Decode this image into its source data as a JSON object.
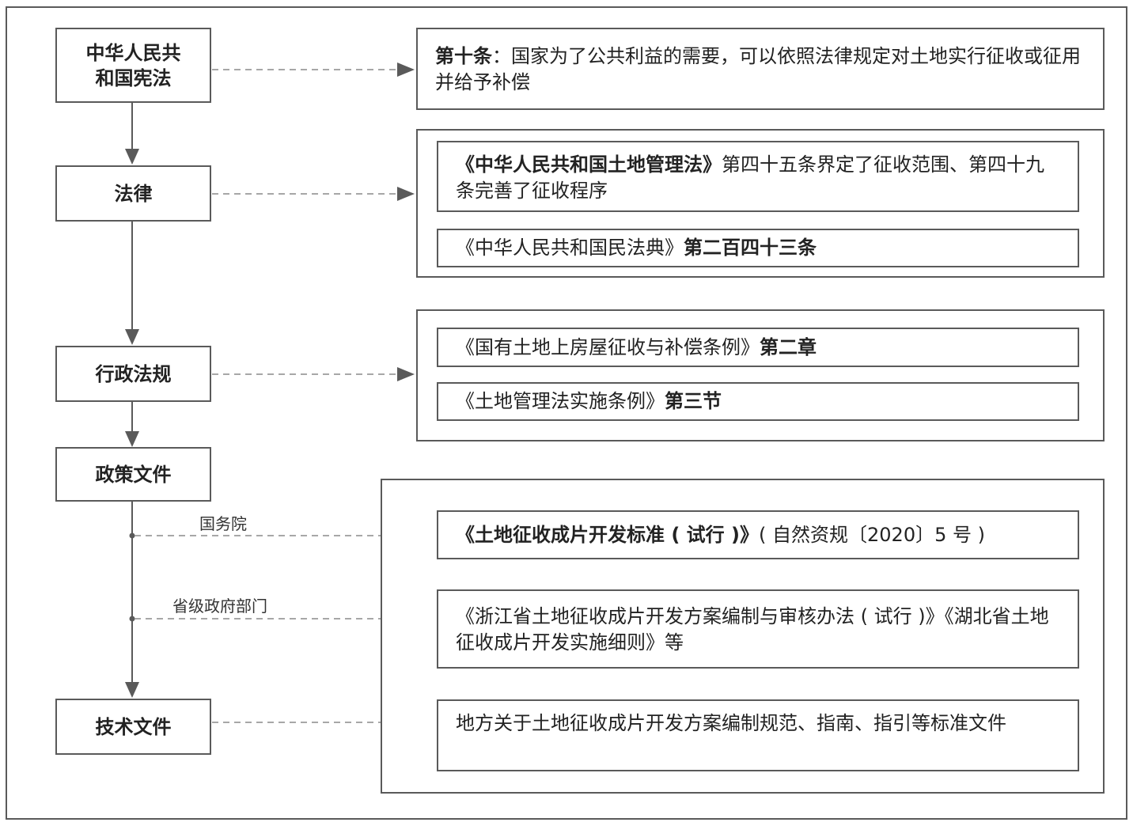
{
  "levels": {
    "constitution": "中华人民共\n和国宪法",
    "law": "法律",
    "regulation": "行政法规",
    "policy": "政策文件",
    "technical": "技术文件"
  },
  "branch_labels": {
    "state_council": "国务院",
    "provincial": "省级政府部门"
  },
  "items": {
    "constitution_art10": {
      "bold": "第十条",
      "rest": "：国家为了公共利益的需要，可以依照法律规定对土地实行征收或征用并给予补偿"
    },
    "land_admin_law": {
      "bold": "《中华人民共和国土地管理法》",
      "rest": "第四十五条界定了征收范围、第四十九条完善了征收程序"
    },
    "civil_code": {
      "pre": "《中华人民共和国民法典》",
      "bold": "第二百四十三条"
    },
    "expropriation_regulation": {
      "pre": "《国有土地上房屋征收与补偿条例》",
      "bold": "第二章"
    },
    "land_admin_impl": {
      "pre": "《土地管理法实施条例》",
      "bold": "第三节"
    },
    "standard": {
      "bold": "《土地征收成片开发标准 ( 试行 )》",
      "rest": "( 自然资规〔2020〕5 号 )"
    },
    "provincial_docs": "《浙江省土地征收成片开发方案编制与审核办法 ( 试行 )》《湖北省土地征收成片开发实施细则》等",
    "local_docs": "地方关于土地征收成片开发方案编制规范、指南、指引等标准文件"
  },
  "colors": {
    "line": "#5a5a5a",
    "dash": "#8a8a8a",
    "border": "#5a5a5a"
  }
}
